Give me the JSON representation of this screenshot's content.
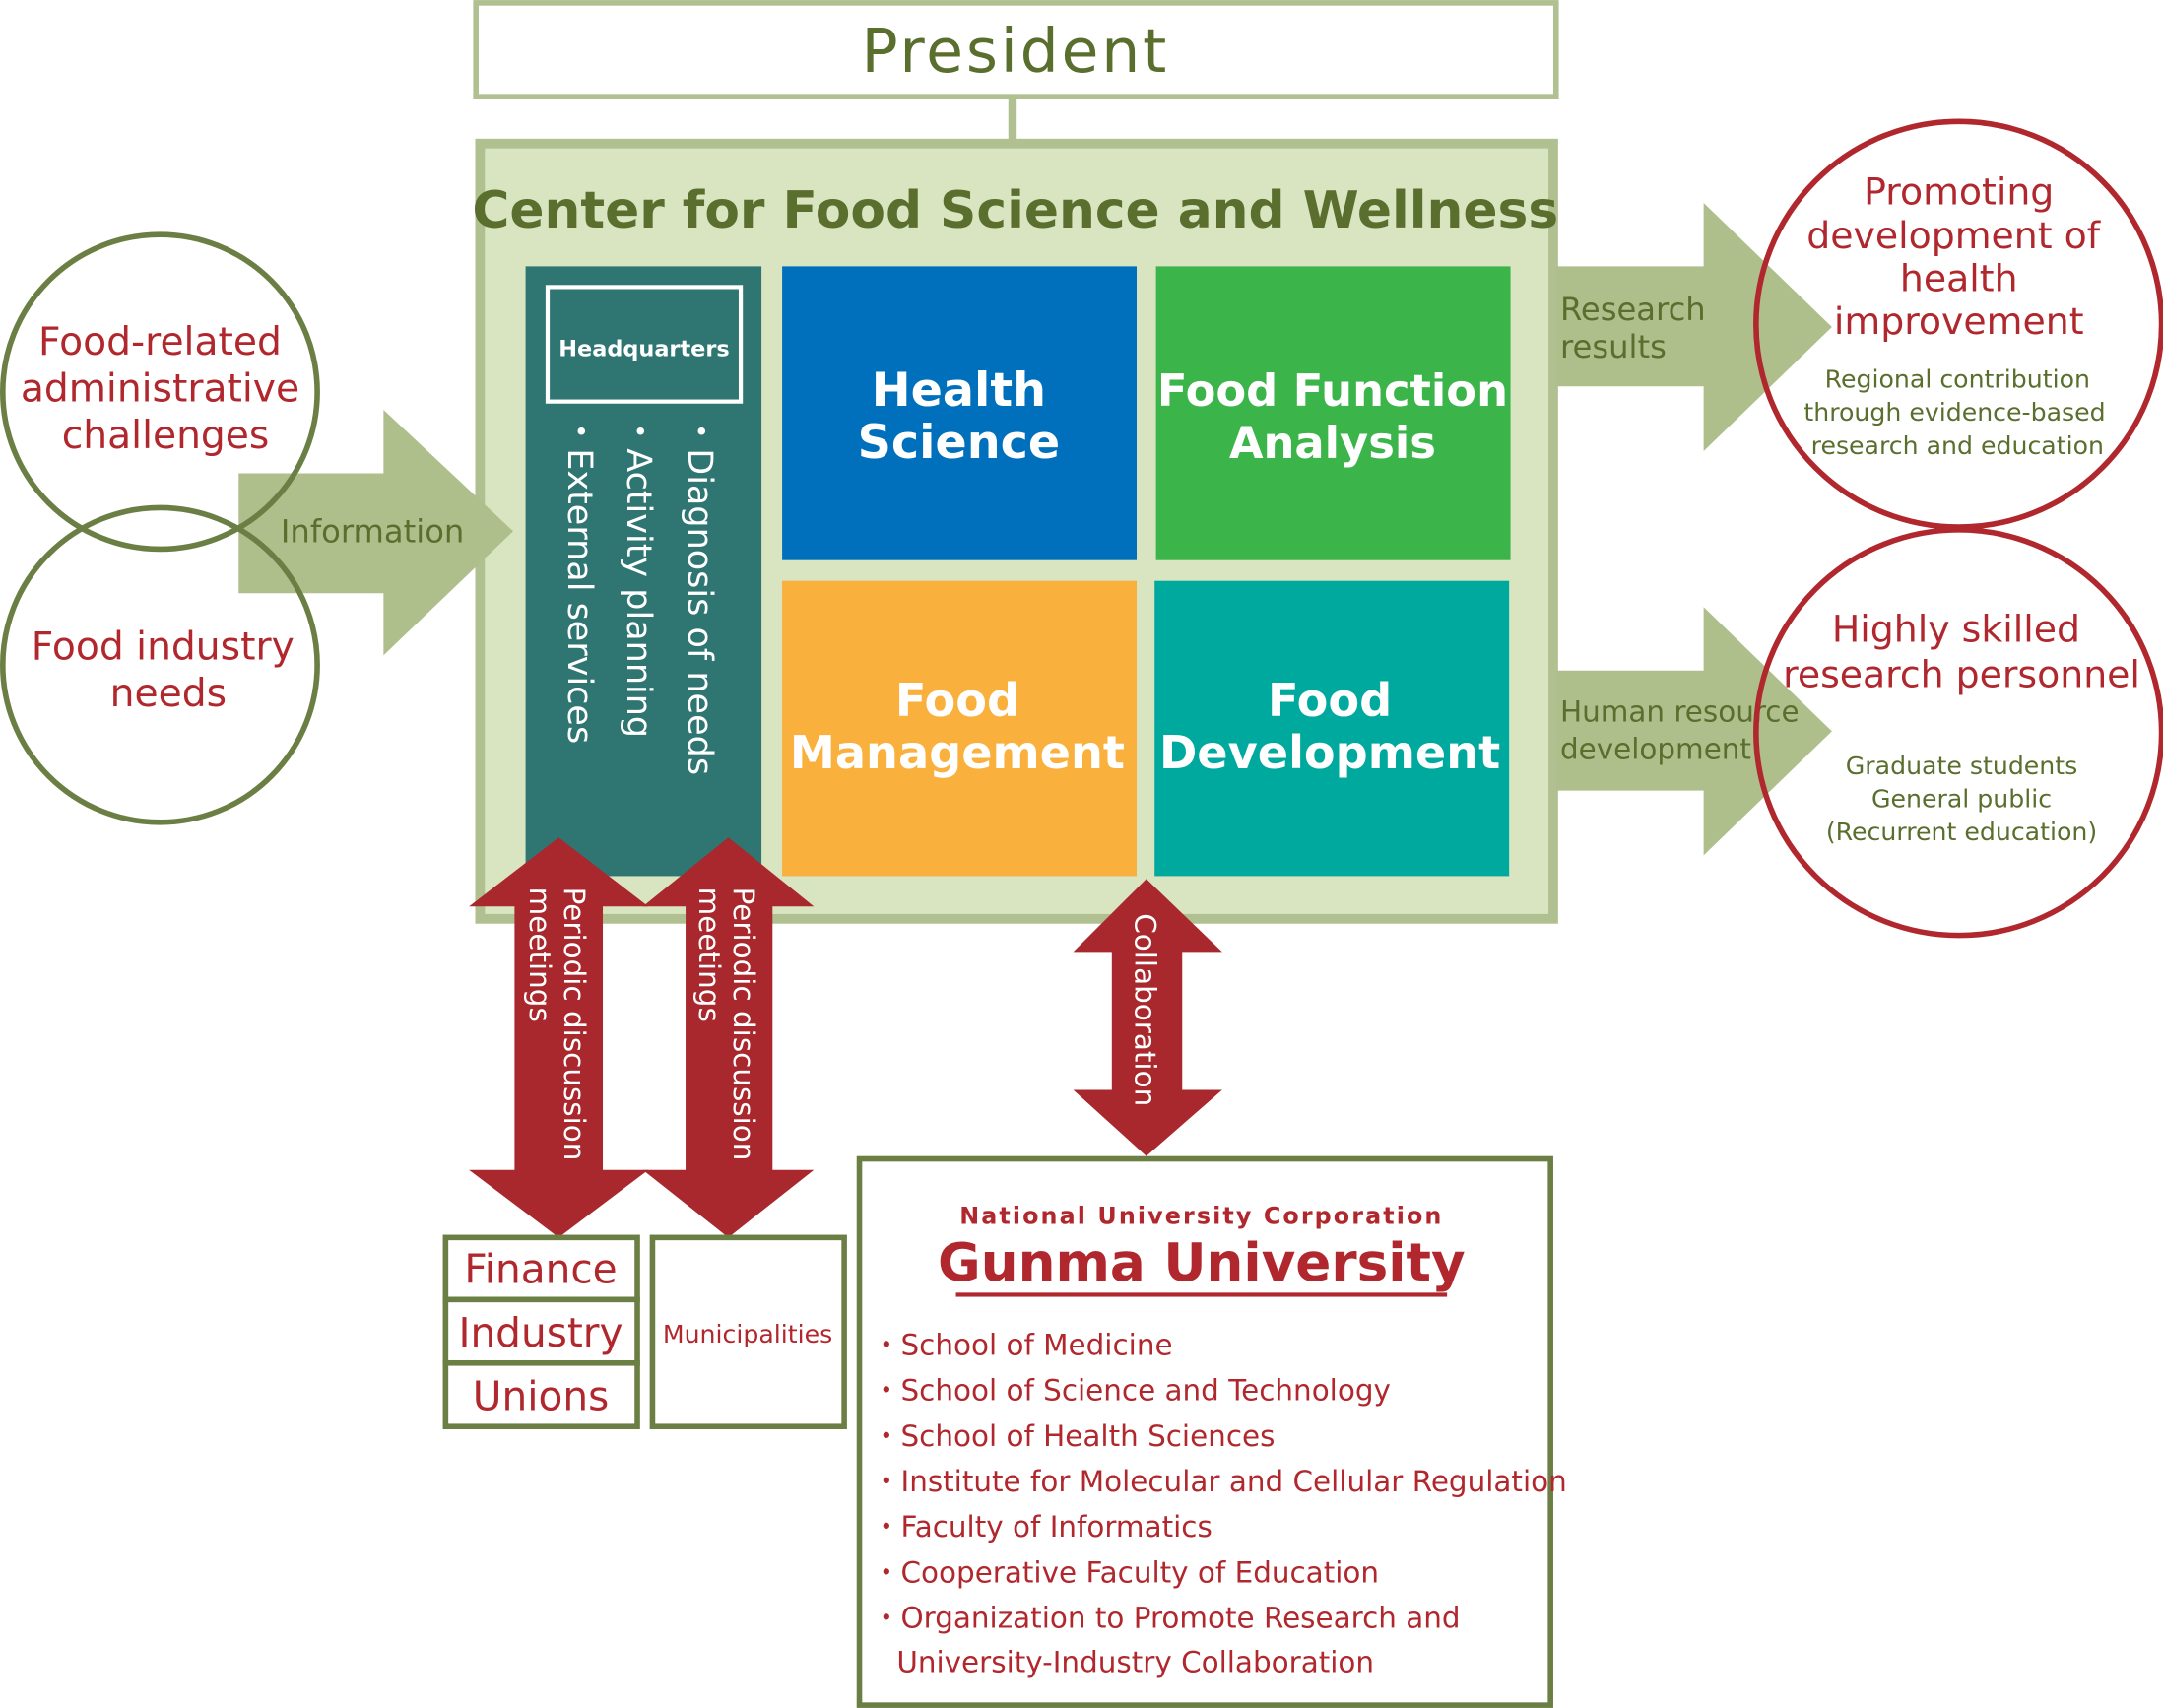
{
  "colors": {
    "border_green": "#b0c090",
    "center_fill": "#d9e4c0",
    "title_green": "#5a6e2e",
    "circle_green": "#6b7f45",
    "arrow_green": "#aebf8c",
    "headquarters_teal": "#2f7673",
    "health_blue": "#0070bc",
    "function_green": "#3bb44a",
    "management_orange": "#f9b03c",
    "development_teal": "#00a99d",
    "red": "#a8282d"
  },
  "president": "President",
  "center": {
    "title": "Center for Food Science and Wellness",
    "headquarters": {
      "label": "Headquarters",
      "duties": [
        "・Diagnosis of needs",
        "・Activity planning",
        "・External services"
      ]
    },
    "units": [
      {
        "lines": [
          "Health",
          "Science"
        ]
      },
      {
        "lines": [
          "Food Function",
          "Analysis"
        ]
      },
      {
        "lines": [
          "Food",
          "Management"
        ]
      },
      {
        "lines": [
          "Food",
          "Development"
        ]
      }
    ]
  },
  "inputs": {
    "circles": [
      {
        "lines": [
          "Food-related",
          "administrative",
          "challenges"
        ]
      },
      {
        "lines": [
          "Food industry",
          "needs"
        ]
      }
    ],
    "arrow_label": "Information"
  },
  "outputs": [
    {
      "arrow_lines": [
        "Research",
        "results"
      ],
      "title_lines": [
        "Promoting",
        "development of",
        "health",
        "improvement"
      ],
      "sub_lines": [
        "Regional contribution",
        "through evidence-based",
        "research and education"
      ]
    },
    {
      "arrow_lines": [
        "Human resource",
        "development"
      ],
      "title_lines": [
        "Highly skilled",
        "research personnel"
      ],
      "sub_lines": [
        "Graduate students",
        "General public",
        "(Recurrent education)"
      ]
    }
  ],
  "links": {
    "periodic_lines": [
      "Periodic discussion",
      "meetings"
    ],
    "collaboration": "Collaboration"
  },
  "partners": {
    "stack": [
      "Finance",
      "Industry",
      "Unions"
    ],
    "municipalities": "Municipalities"
  },
  "university": {
    "corp": "National University Corporation",
    "name": "Gunma University",
    "items": [
      "・School of Medicine",
      "・School of Science and Technology",
      "・School of Health Sciences",
      "・Institute for Molecular and Cellular Regulation",
      "・Faculty of Informatics",
      "・Cooperative Faculty of Education",
      "・Organization to Promote Research and",
      "University-Industry Collaboration"
    ]
  }
}
